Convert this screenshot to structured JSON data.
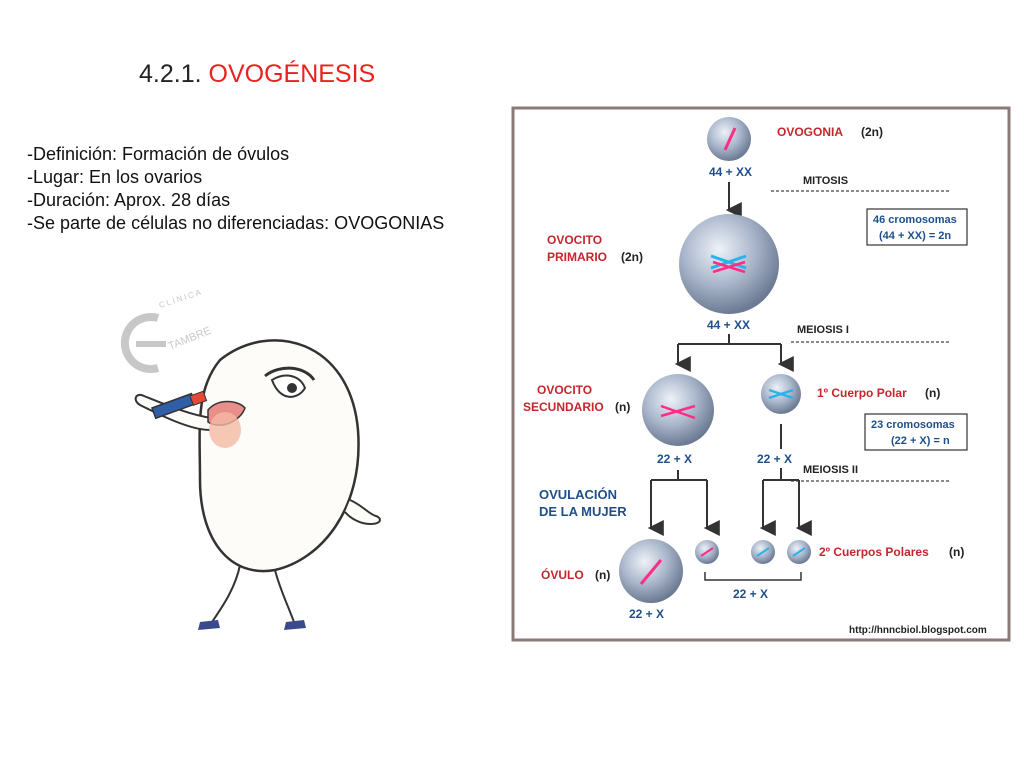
{
  "title": {
    "number": "4.2.1.",
    "highlight": "OVOGÉNESIS",
    "highlight_color": "#e8231f"
  },
  "bullets": [
    "-Definición: Formación de óvulos",
    "-Lugar: En los ovarios",
    "-Duración: Aprox. 28 días",
    "-Se parte de células no diferenciadas: OVOGONIAS"
  ],
  "cartoon": {
    "watermark_line1": "CLINICA",
    "watermark_line2": "TAMBRE",
    "icon": "cartoon-egg-with-lipstick"
  },
  "diagram": {
    "ovogonia_label": "OVOGONIA",
    "ovogonia_ploidy": "(2n)",
    "k1": "44 + XX",
    "mitosis": "MITOSIS",
    "box1_line1": "46 cromosomas",
    "box1_line2": "(44 + XX) = 2n",
    "ovocito_primario_line1": "OVOCITO",
    "ovocito_primario_line2": "PRIMARIO",
    "ovocito_primario_ploidy": "(2n)",
    "k2": "44 + XX",
    "meiosis1": "MEIOSIS  I",
    "ovocito_secundario_line1": "OVOCITO",
    "ovocito_secundario_line2": "SECUNDARIO",
    "ovocito_secundario_ploidy": "(n)",
    "primer_cuerpo_polar": "1º Cuerpo Polar",
    "primer_cuerpo_polar_ploidy": "(n)",
    "box2_line1": "23 cromosomas",
    "box2_line2": "(22 + X) = n",
    "k3": "22 + X",
    "k4": "22 + X",
    "meiosis2": "MEIOSIS  II",
    "ovulacion_line1": "OVULACIÓN",
    "ovulacion_line2": "DE LA MUJER",
    "segundos_cuerpos": "2º Cuerpos Polares",
    "segundos_cuerpos_ploidy": "(n)",
    "ovulo": "ÓVULO",
    "ovulo_ploidy": "(n)",
    "k5": "22 + X",
    "k6": "22 + X",
    "url": "http://hnncbiol.blogspot.com",
    "colors": {
      "red": "#c4262c",
      "blue": "#1f4f8a",
      "dark": "#222222",
      "pink": "#ff2d86",
      "cyan": "#2bb2e8"
    }
  }
}
